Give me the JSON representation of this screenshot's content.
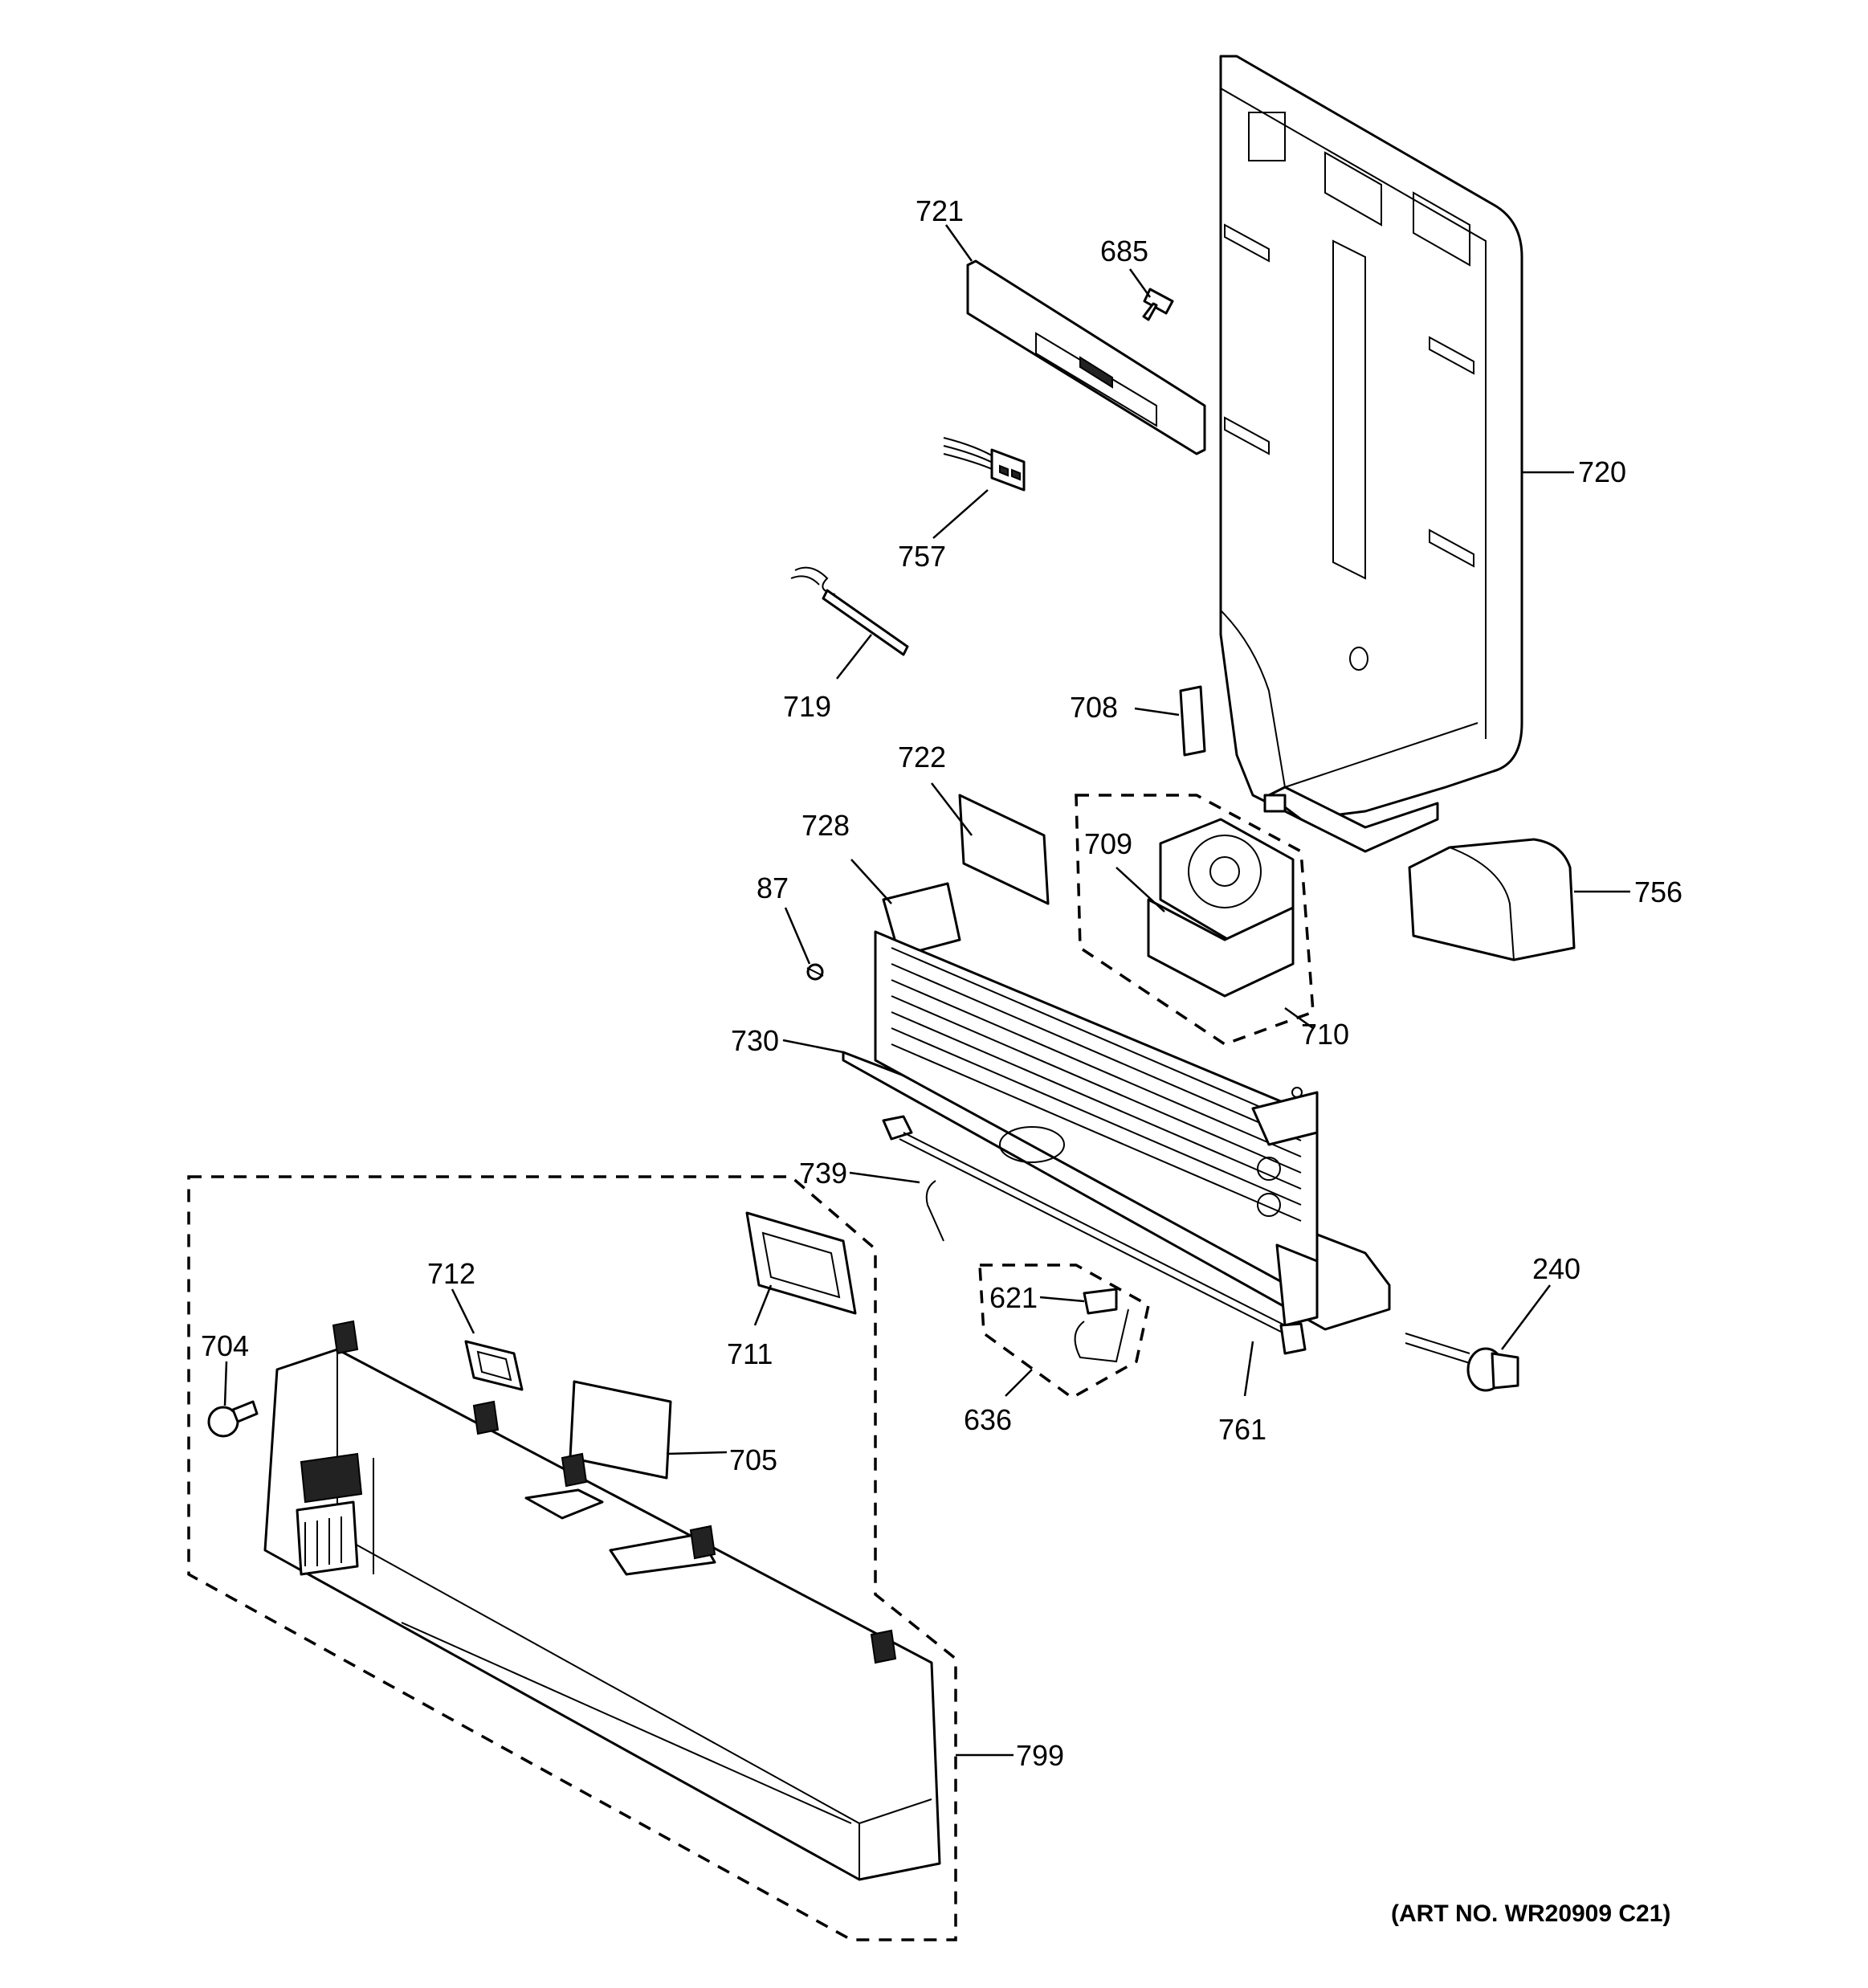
{
  "labels": {
    "p721": "721",
    "p685": "685",
    "p720": "720",
    "p757": "757",
    "p719": "719",
    "p708": "708",
    "p722": "722",
    "p728": "728",
    "p709": "709",
    "p87": "87",
    "p756": "756",
    "p710": "710",
    "p730": "730",
    "p739": "739",
    "p712": "712",
    "p711": "711",
    "p621": "621",
    "p240": "240",
    "p704": "704",
    "p705": "705",
    "p636": "636",
    "p761": "761",
    "p799": "799"
  },
  "art_number": "(ART NO. WR20909 C21)"
}
